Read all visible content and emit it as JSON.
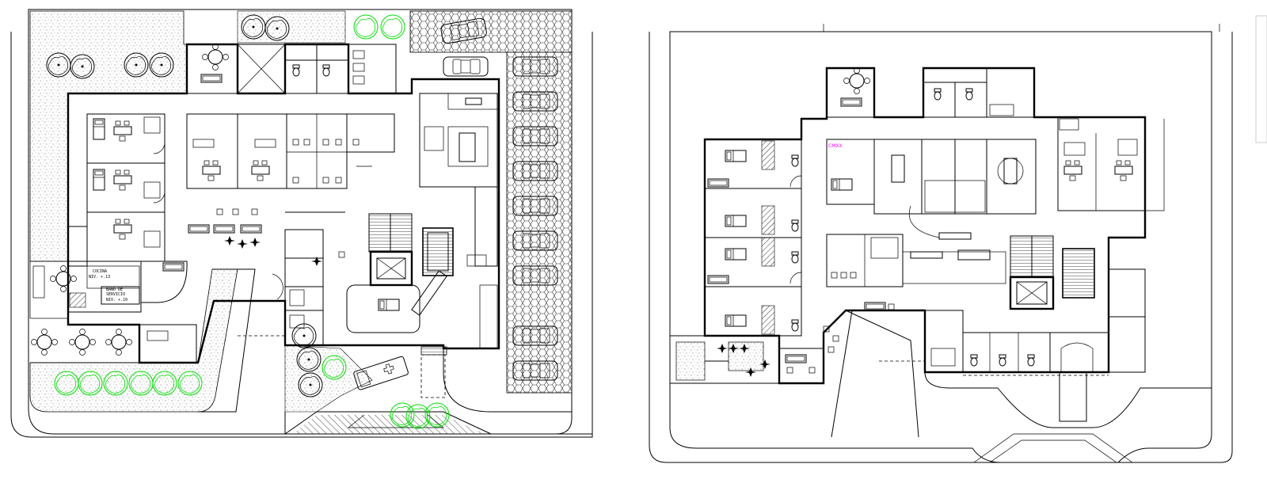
{
  "drawing": {
    "title": "",
    "colors": {
      "linework": "#000000",
      "paper": "#ffffff",
      "vegetation": "#00dd00",
      "marker": "#ff00ff",
      "gravel": "#d8d8d8"
    },
    "left_plan": {
      "labels": {
        "kitchen": "COCINA",
        "kitchen_level": "NIV. +.13",
        "bath": "BAÑO DE",
        "bath_2": "SERVICIO",
        "bath_level": "NIV. +.10"
      },
      "parking_spaces": 9,
      "icons": [
        "tree-icon",
        "car-icon",
        "ambulance-icon",
        "table-chairs-icon",
        "bed-icon",
        "toilet-icon"
      ]
    },
    "right_plan": {
      "marker_label": "CMXX"
    }
  }
}
